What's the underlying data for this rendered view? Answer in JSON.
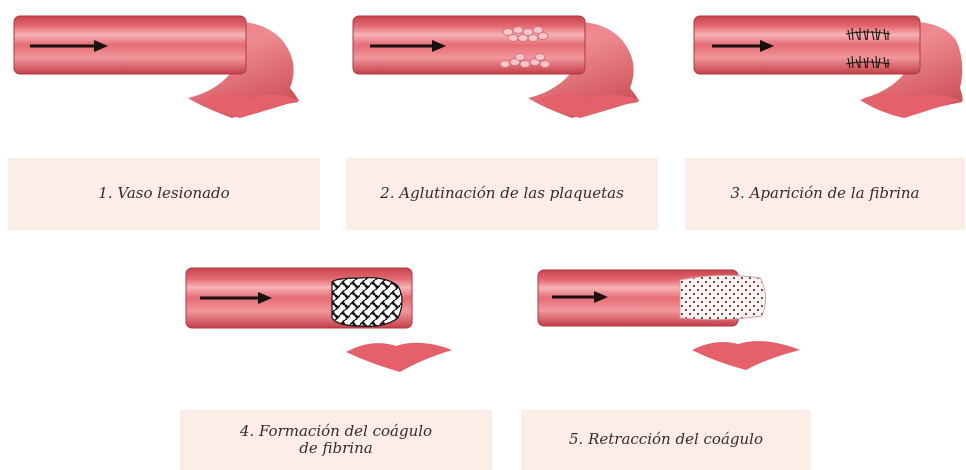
{
  "steps": [
    {
      "label": "1. Vaso lesionado"
    },
    {
      "label": "2. Aglutinación de las plaquetas"
    },
    {
      "label": "3. Aparición de la fibrina"
    },
    {
      "label_line1": "4. Formación del coágulo",
      "label_line2": "de fibrina"
    },
    {
      "label": "5. Retracción del coágulo"
    }
  ],
  "colors": {
    "vessel_outer": "#d9555d",
    "vessel_mid": "#ec7d84",
    "vessel_highlight": "#f7b9bb",
    "lumen": "#e86a72",
    "arrow": "#1a1010",
    "label_bg": "#fbeee6",
    "platelet": "#f6c6cc",
    "clot_dark": "#111111",
    "clot_light": "#ffffff"
  },
  "icons": [
    "flow-arrow-icon",
    "platelet-cluster",
    "fibrin-strands",
    "fibrin-clot",
    "retracted-clot"
  ]
}
